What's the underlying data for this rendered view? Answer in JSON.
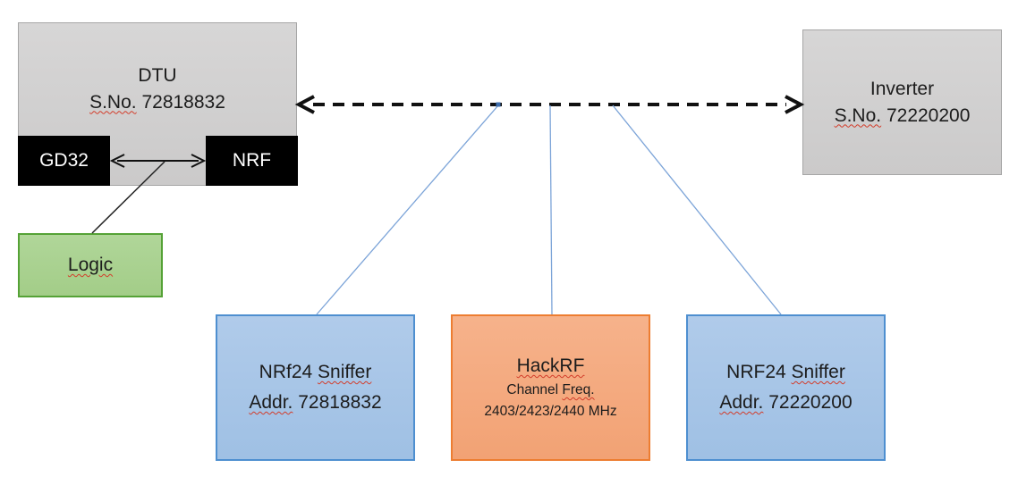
{
  "colors": {
    "gray_fill": "#d2d1d1",
    "gray_border": "#a6a6a6",
    "chip_fill": "#000000",
    "chip_text": "#ffffff",
    "green_fill": "#a9d18e",
    "green_border": "#55a236",
    "blue_fill": "#a7c6e8",
    "blue_border": "#4e8fd0",
    "orange_fill": "#f4aa7e",
    "orange_border": "#ed7d31",
    "connector_blue": "#7ca4d8",
    "arrow_black": "#111111",
    "squiggle_red": "#d23c2a"
  },
  "nodes": {
    "dtu": {
      "title": "DTU",
      "serial_word": "S.No.",
      "serial_num": " 72818832"
    },
    "gd32": {
      "label": "GD32"
    },
    "nrf": {
      "label": "NRF"
    },
    "logic": {
      "label": "Logic"
    },
    "inverter": {
      "title": "Inverter",
      "serial_word": "S.No.",
      "serial_num": " 72220200"
    },
    "sniffer_left": {
      "title_prefix": "NRf24 ",
      "title_word": "Sniffer",
      "addr_word": "Addr.",
      "addr_num": " 72818832"
    },
    "hackrf": {
      "title": "HackRF",
      "freq_prefix": "Channel ",
      "freq_word": "Freq.",
      "freq_values": "2403/2423/2440 MHz"
    },
    "sniffer_right": {
      "title_prefix": "NRF24 ",
      "title_word": "Sniffer",
      "addr_word": "Addr.",
      "addr_num": " 72220200"
    }
  }
}
